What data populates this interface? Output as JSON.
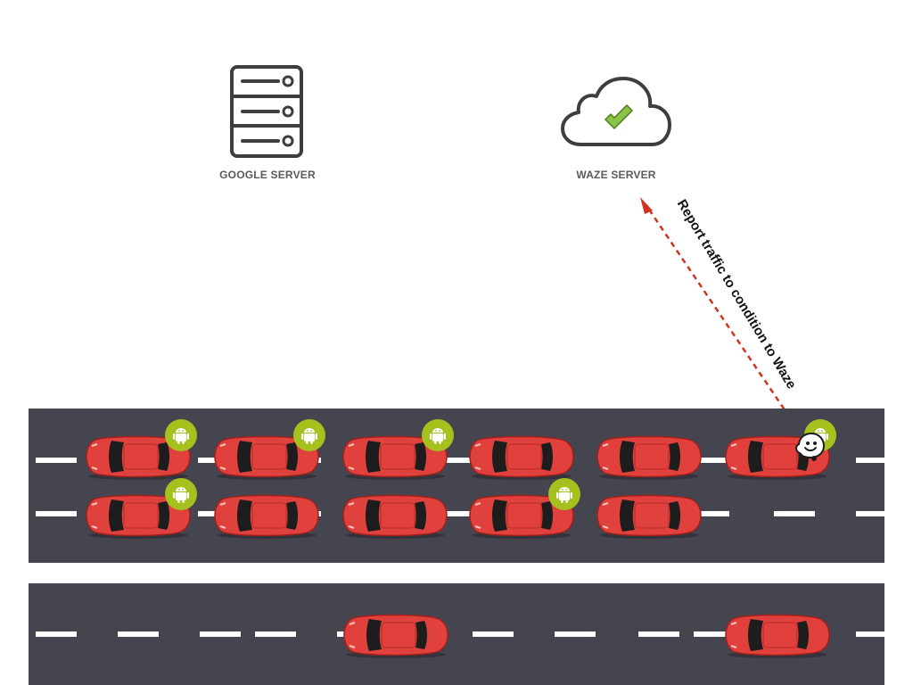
{
  "servers": {
    "google": {
      "label": "GOOGLE SERVER",
      "icon": "server-rack-icon"
    },
    "waze": {
      "label": "WAZE SERVER",
      "icon": "cloud-check-icon"
    }
  },
  "report": {
    "label": "Report traffic to condition to Waze",
    "arrow_color": "#d0341e"
  },
  "colors": {
    "road": "#45454f",
    "car": "#e0413c",
    "android_badge": "#a4c11d",
    "check": "#8bc34a"
  },
  "legend_icons": [
    "android-icon",
    "waze-icon",
    "car-icon"
  ]
}
